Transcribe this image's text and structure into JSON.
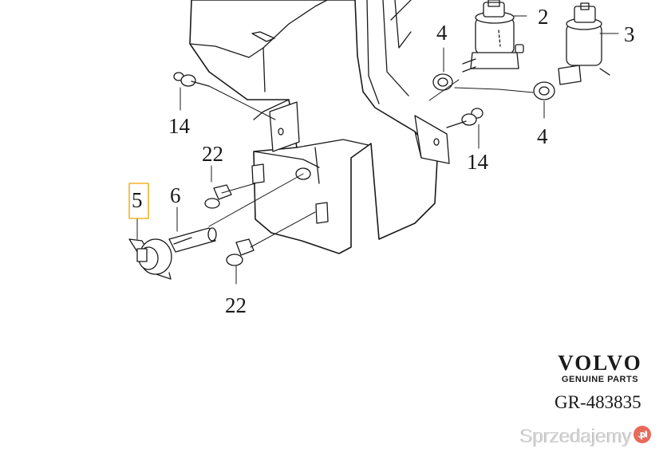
{
  "callouts": {
    "c2": "2",
    "c3": "3",
    "c4_top": "4",
    "c4_bottom": "4",
    "c14_left": "14",
    "c14_right": "14",
    "c22_top": "22",
    "c22_bottom": "22",
    "c5": "5",
    "c6": "6"
  },
  "highlight_color": "#f0b429",
  "brand": {
    "name": "VOLVO",
    "subtitle": "GENUINE PARTS"
  },
  "reference": "GR-483835",
  "watermark": {
    "text": "Sprzedajemy",
    "badge": ".pl"
  }
}
